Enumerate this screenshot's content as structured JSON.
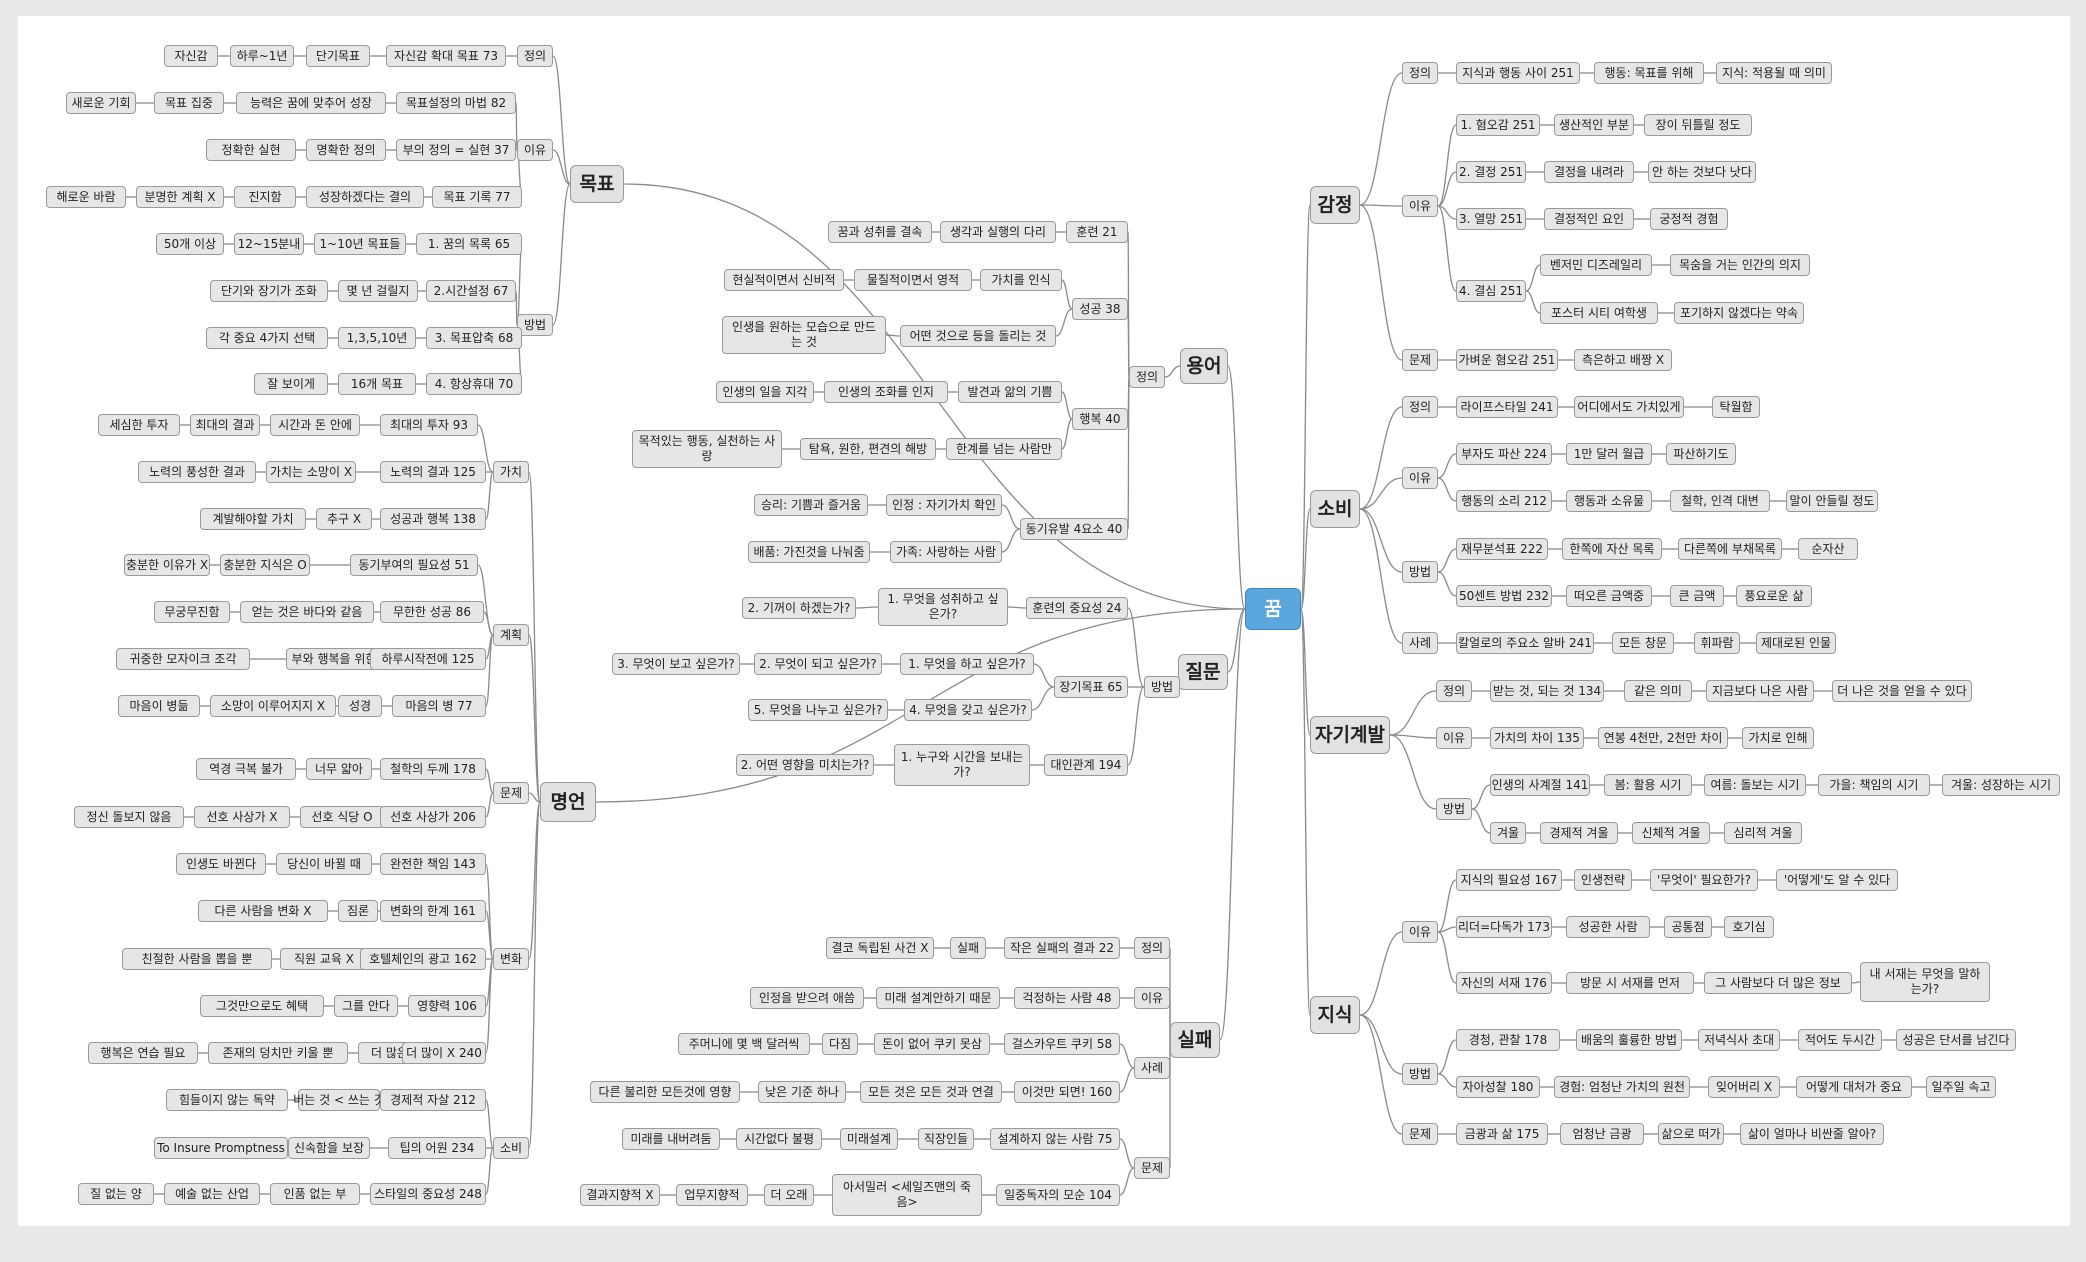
{
  "root": "꿈",
  "nodes": {
    "goal": "목표",
    "def_a": "정의",
    "confidence": "자신감",
    "daylong": "하루~1년",
    "shortgoal": "단기목표",
    "conf73": "자신감 확대 목표 73",
    "reason_a": "이유",
    "newchance": "새로운 기회",
    "goalfocus": "목표 집중",
    "growfit": "능력은 꿈에 맞추어 성장",
    "magic82": "목표설정의 마법 82",
    "precise": "정확한 실현",
    "cleardef": "명확한 정의",
    "wealthdef": "부의 정의 = 실현 37",
    "harmful": "해로운 바람",
    "clearplanx": "분명한 계획 X",
    "sincere": "진지함",
    "growdecide": "성장하겠다는 결의",
    "goalrec77": "목표 기록 77",
    "method_a": "방법",
    "over50": "50개 이상",
    "n1215": "12~15분내",
    "y110": "1~10년 목표들",
    "dream65": "1. 꿈의 목록 65",
    "shortlong": "단기와 장기가 조화",
    "howyears": "몇 년 걸릴지",
    "time67": "2.시간설정 67",
    "imp4": "각 중요 4가지 선택",
    "y135": "1,3,5,10년",
    "press68": "3. 목표압축 68",
    "visible": "잘 보이게",
    "g16": "16개 목표",
    "carry70": "4. 항상휴대 70",
    "quote": "명언",
    "value": "가치",
    "careful": "세심한 투자",
    "maxresult": "최대의 결과",
    "timemoney": "시간과 돈 안에",
    "maxinv93": "최대의 투자 93",
    "abundance": "노력의 풍성한 결과",
    "valuecons": "가치는 소망이 X",
    "effort125": "노력의 결과 125",
    "needdev": "계발해야할 가치",
    "pursuitx": "추구 X",
    "succhappy138": "성공과 행복 138",
    "plan": "계획",
    "enoughreason": "충분한 이유가 X",
    "enoughknow": "충분한 지식은 O",
    "motiv51": "동기부여의 필요성 51",
    "infinite": "무궁무진함",
    "seaandsand": "얻는 것은 바다와 같음",
    "infsucc86": "무한한 성공 86",
    "mosaic": "귀중한 모자이크 조각",
    "wealthjoy": "부와 행복을 위한",
    "daily125": "하루시작전에 125",
    "heartsick": "마음이 병듦",
    "wishnot": "소망이 이루어지지 X",
    "achieve": "성경",
    "heart77": "마음의 병 77",
    "problem_b": "문제",
    "adversity": "역경 극복 불가",
    "toothin": "너무 얇아",
    "philo178": "철학의 두께 178",
    "mental": "정신 돌보지 않음",
    "prefbuyx": "선호 사상가 X",
    "preffoodo": "선호 식당 O",
    "pref206": "선호 사상가 206",
    "change": "변화",
    "lifechange": "인생도 바뀐다",
    "youchange": "당신이 바뀔 때",
    "fullresp143": "완전한 책임 143",
    "otherchangex": "다른 사람을 변화 X",
    "burden": "짐론",
    "changelim161": "변화의 한계 161",
    "kindhire": "친절한 사람을 뽑을 뿐",
    "stafftrainx": "직원 교육 X",
    "hotelad162": "호텔체인의 광고 162",
    "benefit": "그것만으로도 혜택",
    "knowthat": "그를 안다",
    "influence106": "영향력 106",
    "happypractice": "행복은 연습 필요",
    "selfworth": "존재의 덩치만 키울 뿐",
    "moreearn": "더 많은돈",
    "more240": "더 많이 X 240",
    "consume": "소비",
    "poison": "힘들이지 않는 독약",
    "earnspend": "버는 것 < 쓰는 것",
    "econsuicide212": "경제적 자살 212",
    "insure": "To Insure Promptness",
    "credit": "신속함을 보장",
    "tip234": "팁의 어원 234",
    "qualityless": "질 없는 양",
    "noart": "예술 없는 산업",
    "nolife": "인품 없는 부",
    "style248": "스타일의 중요성 248",
    "terms": "용어",
    "def_t": "정의",
    "motto21": "훈련 21",
    "dreamlink": "꿈과 성취를 결속",
    "thinkact": "생각과 실행의 다리",
    "succ38": "성공 38",
    "realspirit": "현실적이면서 신비적",
    "matspirit": "물질적이면서 영적",
    "valuerecog": "가치를 인식",
    "selfimage": "인생을 원하는 모습으로 만드는 것",
    "whatrecall": "어떤 것으로 등을 돌리는 것",
    "happy40": "행복 40",
    "lifeaware": "인생의 일을 지각",
    "lifeharmony": "인생의 조화를 인지",
    "discovery": "발견과 앎의 기쁨",
    "purposeact": "목적있는 행동, 실천하는 사랑",
    "freedom": "탐욕, 원한, 편견의 해방",
    "beyondlim": "한계를 넘는 사람만",
    "motiv40": "동기유발 4요소 40",
    "victory": "승리: 기쁨과 즐거움",
    "recog": "인정 : 자기가치 확인",
    "share": "배품: 가진것을 나눠줌",
    "family": "가족: 사랑하는 사람",
    "question": "질문",
    "method_q": "방법",
    "lesson24": "훈련의 중요성 24",
    "q2what": "2. 기꺼이 하겠는가?",
    "q1achieve": "1. 무엇을 성취하고 싶은가?",
    "longlist65": "장기목표 65",
    "q3see": "3. 무엇이 보고 싶은가?",
    "q2be": "2. 무엇이 되고 싶은가?",
    "q1do": "1. 무엇을 하고 싶은가?",
    "q5share": "5. 무엇을 나누고 싶은가?",
    "q4have": "4. 무엇을 갖고 싶은가?",
    "rel194": "대인관계 194",
    "q2affect": "2. 어떤 영향을 미치는가?",
    "q1whom": "1. 누구와 시간을 보내는가?",
    "failure": "실패",
    "def_f": "정의",
    "coldx": "결코 독립된 사건 X",
    "fail": "실패",
    "smallfail22": "작은 실패의 결과 22",
    "reason_f": "이유",
    "recognition": "인정을 받으려 애씀",
    "nofuture": "미래 설계안하기 때문",
    "worrier48": "걱정하는 사람 48",
    "case_f": "사례",
    "pocketfew": "주머니에 몇 백 달러씩",
    "fixed": "다짐",
    "nomoney": "돈이 없어 쿠키 못삼",
    "girlscout58": "걸스카우트 쿠키 58",
    "otherlight": "다른 불리한 모든것에 영향",
    "lowstd": "낮은 기준 하나",
    "allconn": "모든 것은 모든 것과 연결",
    "ifthis160": "이것만 되면! 160",
    "problem_f": "문제",
    "giveup": "미래를 내버려둠",
    "notime": "시간없다 불평",
    "futureplan": "미래설계",
    "workers": "직장인들",
    "noplan75": "설계하지 않는 사람 75",
    "resultx": "결과지향적 X",
    "workori": "업무지향적",
    "morework": "더 오래",
    "salesman": "아서밀러 <세일즈맨의 죽음>",
    "workaholic104": "일중독자의 모순 104",
    "emotion": "감정",
    "def_e": "정의",
    "knowact251": "지식과 행동 사이 251",
    "act_goal": "행동: 목표를 위해",
    "know_apply": "지식: 적용될 때 의미",
    "reason_e": "이유",
    "hate251": "1. 혐오감 251",
    "lifepart": "생산적인 부분",
    "tossed": "장이 뒤틀릴 정도",
    "decide251": "2. 결정 251",
    "decision": "결정을 내려라",
    "better": "안 하는 것보다 낫다",
    "desire251": "3. 열망 251",
    "decisive": "결정적인 요인",
    "strongexp": "궁정적 경험",
    "resolve251": "4. 결심 251",
    "franklin": "벤저민 디즈레일리",
    "humanwill": "목숨을 거는 인간의 의지",
    "foster": "포스터 시티 여학생",
    "nogiveup": "포기하지 않겠다는 약속",
    "problem_e": "문제",
    "lightemo251": "가벼운 혐오감 251",
    "regretx": "측은하고 배짱 X",
    "spending": "소비",
    "def_s": "정의",
    "lifestyle241": "라이프스타일 241",
    "anywhere": "어디에서도 가치있게",
    "outstanding": "탁월함",
    "reason_s": "이유",
    "richbroke224": "부자도 파산 224",
    "millionsalary": "1만 달러 월급",
    "bankrupt": "파산하기도",
    "actsound212": "행동의 소리 212",
    "actownership": "행동과 소유물",
    "philoconv": "철학, 인격 대변",
    "talkless": "말이 안들릴 정도",
    "method_s": "방법",
    "fin222": "재무분석표 222",
    "assetlist": "한쪽에 자산 목록",
    "liabilist": "다른쪽에 부채목록",
    "netasset": "순자산",
    "fifty232": "50센트 방법 232",
    "pocketsave": "떠오른 금액중",
    "bigamount": "큰 금액",
    "richfill": "풍요로운 삶",
    "case_s": "사례",
    "calcutta241": "칼얼로의 주요소 알바 241",
    "allwindow": "모든 창문",
    "wiper": "휘파람",
    "properperson": "제대로된 인물",
    "selfdev": "자기계발",
    "def_d": "정의",
    "receive134": "받는 것, 되는 것 134",
    "samemean": "같은 의미",
    "better_now": "지금보다 나은 사람",
    "getmore": "더 나은 것을 얻을 수 있다",
    "reason_d": "이유",
    "valuediff135": "가치의 차이 135",
    "salary": "연봉 4천만, 2천만 차이",
    "byvalue": "가치로 인해",
    "method_d": "방법",
    "season141": "인생의 사계절 141",
    "spring": "봄: 활용 시기",
    "summer": "여름: 돌보는 시기",
    "autumn": "가을: 책임의 시기",
    "winter_s": "겨울: 성장하는 시기",
    "winter": "겨울",
    "econwinter": "경제적 겨울",
    "bodywinter": "신체적 겨울",
    "mindwinter": "심리적 겨울",
    "knowledge": "지식",
    "reason_k": "이유",
    "needknow167": "지식의 필요성 167",
    "lifestrategy": "인생전략",
    "whatneed": "'무엇이' 필요한가?",
    "howknow": "'어떻게'도 알 수 있다",
    "leader173": "리더=다독가 173",
    "successful": "성공한 사람",
    "commonpt": "공통점",
    "book": "호기심",
    "library176": "자신의 서재 176",
    "visitlib": "방문 시 서재를 먼저",
    "moreinfo": "그 사람보다 더 많은 정보",
    "mylibrary": "내 서재는 무엇을 말하는가?",
    "method_k": "방법",
    "experience178": "경청, 관찰 178",
    "learnway": "배움의 훌륭한 방법",
    "dinner": "저녁식사 초대",
    "twohours": "적어도 두시간",
    "successtips": "성공은 단서를 남긴다",
    "selfexam180": "자아성찰 180",
    "experiencevalue": "경험: 엄청난 가치의 원천",
    "forgetx": "잊어버리 X",
    "howhandle": "어떻게 대처가 중요",
    "weekly": "일주일 속고",
    "problem_k": "문제",
    "wealthlife175": "금광과 삶 175",
    "hugegold": "엄청난 금광",
    "lifespent": "삶으로 떠가",
    "howshort": "삶이 얼마나 비싼줄 알아?"
  }
}
